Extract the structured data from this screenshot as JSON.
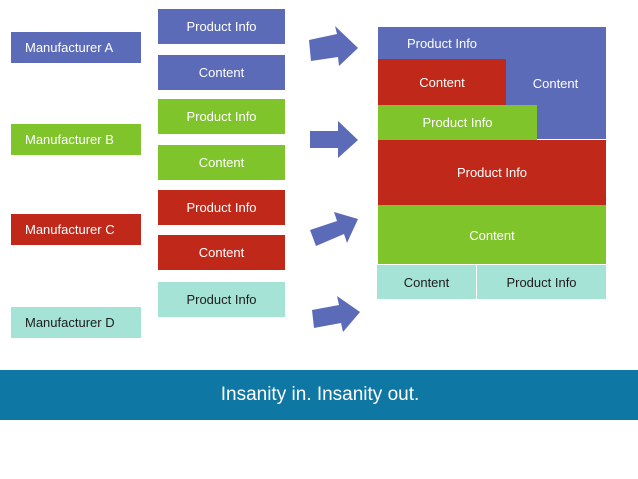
{
  "manufacturers": {
    "a": "Manufacturer A",
    "b": "Manufacturer B",
    "c": "Manufacturer C",
    "d": "Manufacturer D"
  },
  "inputs": {
    "a_info": "Product Info",
    "a_content": "Content",
    "b_info": "Product Info",
    "b_content": "Content",
    "c_info": "Product Info",
    "c_content": "Content",
    "d_info": "Product Info"
  },
  "output": {
    "blue_info": "Product Info",
    "blue_content": "Content",
    "red_content": "Content",
    "green_info": "Product Info",
    "red_info": "Product Info",
    "green_content": "Content",
    "mint_content": "Content",
    "mint_info": "Product Info"
  },
  "banner": {
    "caption": "Insanity in. Insanity out."
  },
  "colors": {
    "manufacturer_a": "#5b6bb8",
    "manufacturer_b": "#7ec42a",
    "manufacturer_c": "#c0281a",
    "manufacturer_d": "#a6e3d7",
    "banner": "#0e77a3",
    "arrow": "#5b6bb8"
  },
  "icons": [
    "right-arrow-icon"
  ]
}
